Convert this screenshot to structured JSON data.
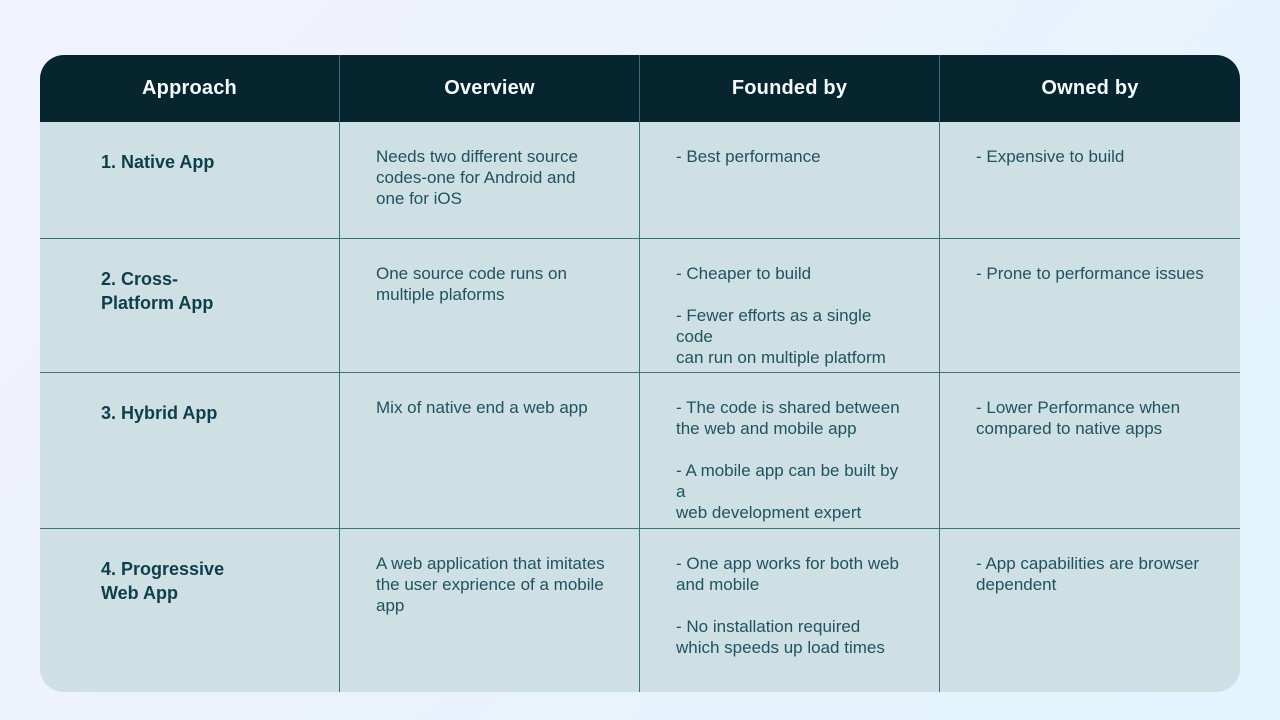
{
  "colors": {
    "header_bg": "#06252e",
    "header_text": "#f5f9f9",
    "cell_bg": "#cfe0e4",
    "border": "#40707f",
    "approach_text": "#0e3e4c",
    "body_text": "#20525f",
    "page_bg_start": "#f2f2fc",
    "page_bg_end": "#e1f4fd"
  },
  "table": {
    "headers": [
      {
        "label": "Approach"
      },
      {
        "label": "Overview"
      },
      {
        "label": "Founded by"
      },
      {
        "label": "Owned by"
      }
    ],
    "rows": [
      {
        "approach": "1. Native App",
        "overview": "Needs two different source\ncodes-one for Android and\none for iOS",
        "founded_by": "- Best performance",
        "owned_by": "- Expensive to build"
      },
      {
        "approach": "2. Cross-\nPlatform App",
        "overview": "One source code runs on\nmultiple plaforms",
        "founded_by": "- Cheaper to build\n\n- Fewer efforts as a single code\ncan run on multiple platform",
        "owned_by": "- Prone to performance issues"
      },
      {
        "approach": "3. Hybrid App",
        "overview": "Mix of native end a web app",
        "founded_by": "- The code is shared between\nthe web and mobile app\n\n- A mobile app can be built by a\nweb development expert",
        "owned_by": "- Lower Performance when\ncompared to native apps"
      },
      {
        "approach": "4. Progressive\nWeb App",
        "overview": "A web application that imitates\nthe user exprience of a mobile\napp",
        "founded_by": "- One app works for both web\nand mobile\n\n- No installation required\nwhich speeds up load times",
        "owned_by": "- App capabilities are browser\ndependent"
      }
    ]
  }
}
